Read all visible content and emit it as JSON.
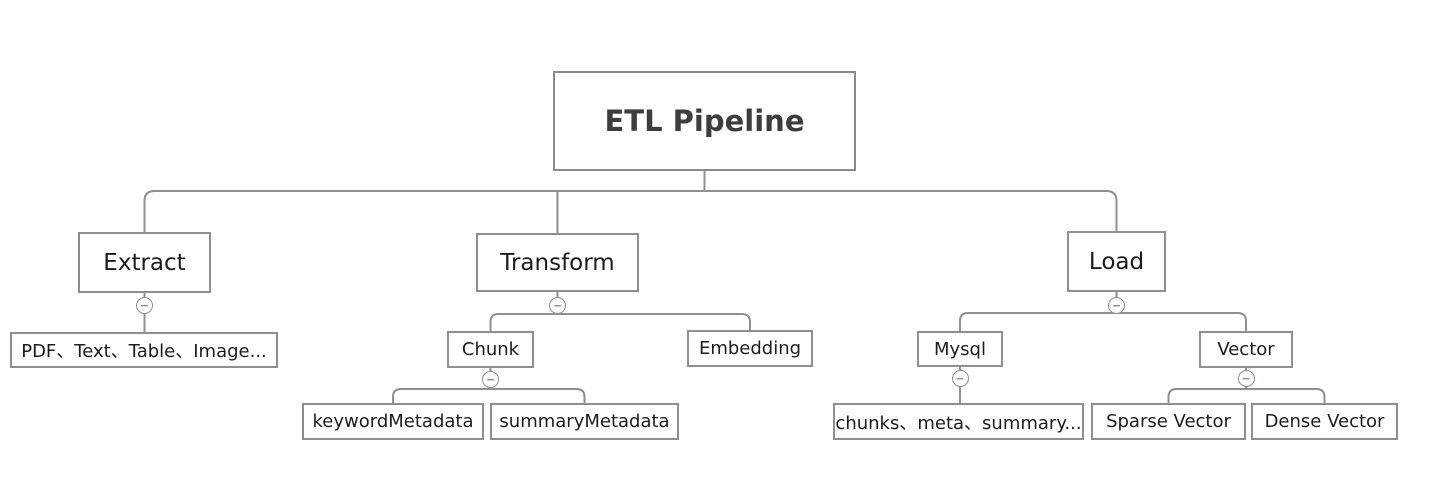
{
  "diagram": {
    "type": "mindmap-tree",
    "nodes": {
      "etl": {
        "label": "ETL Pipeline"
      },
      "extract": {
        "label": "Extract"
      },
      "extract_items": {
        "label": "PDF、Text、Table、Image..."
      },
      "transform": {
        "label": "Transform"
      },
      "chunk": {
        "label": "Chunk"
      },
      "embedding": {
        "label": "Embedding"
      },
      "keyword_metadata": {
        "label": "keywordMetadata"
      },
      "summary_metadata": {
        "label": "summaryMetadata"
      },
      "load": {
        "label": "Load"
      },
      "mysql": {
        "label": "Mysql"
      },
      "mysql_items": {
        "label": "chunks、meta、summary..."
      },
      "vector": {
        "label": "Vector"
      },
      "sparse_vector": {
        "label": "Sparse Vector"
      },
      "dense_vector": {
        "label": "Dense Vector"
      }
    },
    "hierarchy": {
      "ETL Pipeline": [
        "Extract",
        "Transform",
        "Load"
      ],
      "Extract": [
        "PDF、Text、Table、Image..."
      ],
      "Transform": [
        "Chunk",
        "Embedding"
      ],
      "Chunk": [
        "keywordMetadata",
        "summaryMetadata"
      ],
      "Load": [
        "Mysql",
        "Vector"
      ],
      "Mysql": [
        "chunks、meta、summary..."
      ],
      "Vector": [
        "Sparse Vector",
        "Dense Vector"
      ]
    }
  },
  "icons": {
    "collapse_glyph": "−"
  },
  "colors": {
    "background": "#ffffff",
    "box_border": "#8f8f8f",
    "line": "#8f8f8f",
    "text": "#1c1c1c",
    "root_text": "#3d3d3d",
    "collapse_minus": "#7e8bd0"
  }
}
